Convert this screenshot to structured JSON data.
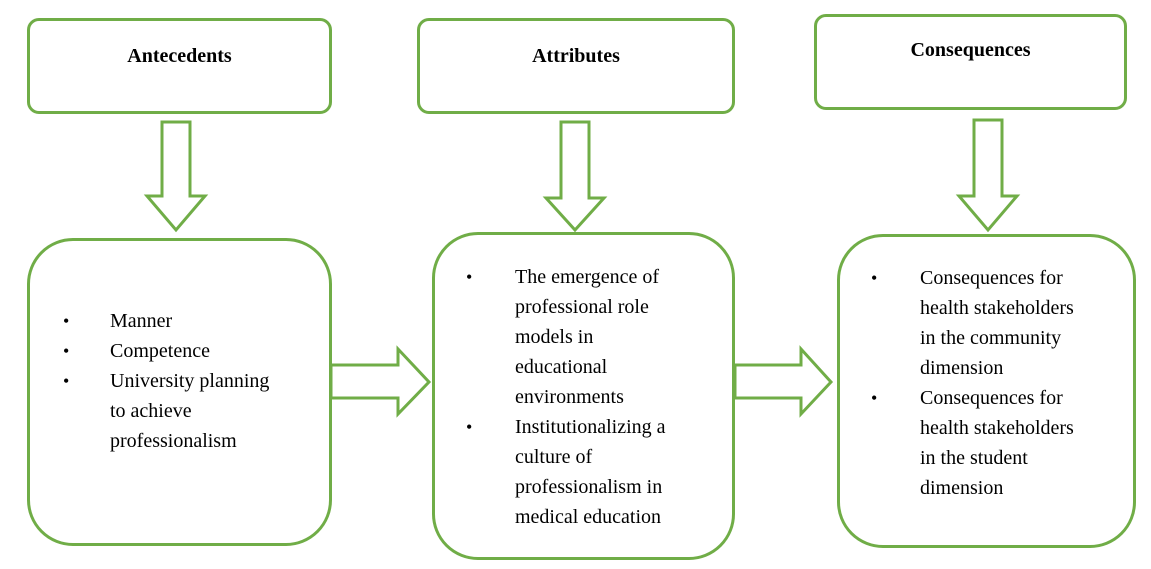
{
  "colors": {
    "accent": "#70AD47"
  },
  "columns": [
    {
      "header": "Antecedents",
      "items": [
        "Manner",
        "Competence",
        "University planning to achieve professionalism"
      ]
    },
    {
      "header": "Attributes",
      "items": [
        "The emergence of professional role models in educational environments",
        "Institutionalizing a culture of professionalism in medical education"
      ]
    },
    {
      "header": "Consequences",
      "items": [
        "Consequences for health stakeholders in the community dimension",
        "Consequences for health stakeholders in the student dimension"
      ]
    }
  ]
}
